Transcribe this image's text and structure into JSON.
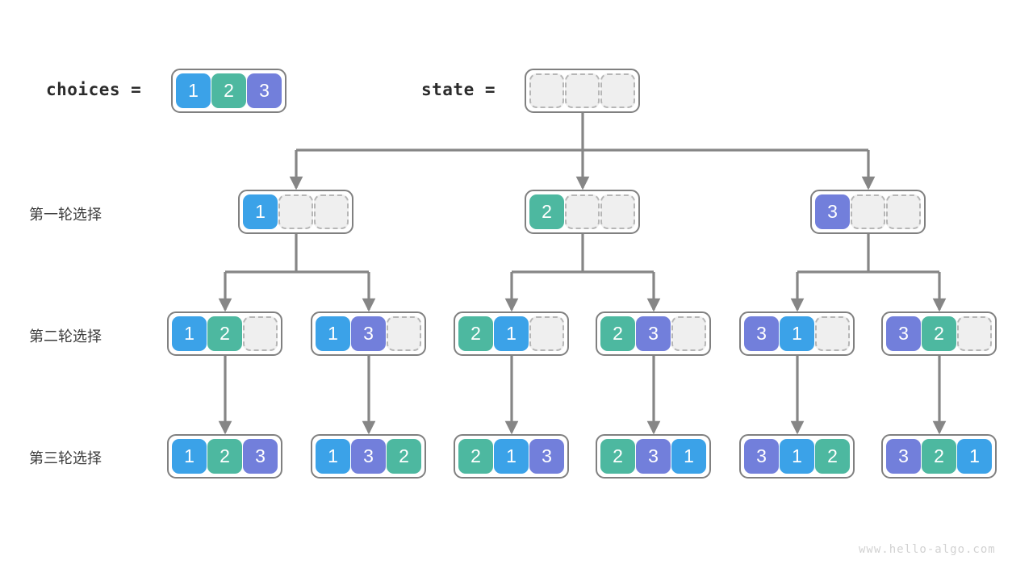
{
  "colors": {
    "value_1": "#3ba2e8",
    "value_2": "#4db8a0",
    "value_3": "#727fdb",
    "empty_fill": "#efefef",
    "empty_border": "#b6b6b6",
    "node_border": "#808080",
    "connector": "#868686",
    "label_text": "#3c3c3c",
    "code_text": "#2b2b2b",
    "watermark_text": "#d2d2d2",
    "background": "#ffffff"
  },
  "header": {
    "choices_label": "choices =",
    "choices_values": [
      "1",
      "2",
      "3"
    ],
    "state_label": "state =",
    "state_values": [
      "",
      "",
      ""
    ]
  },
  "row_labels": {
    "round1": "第一轮选择",
    "round2": "第二轮选择",
    "round3": "第三轮选择"
  },
  "tree": {
    "round1": [
      {
        "values": [
          "1",
          "",
          ""
        ]
      },
      {
        "values": [
          "2",
          "",
          ""
        ]
      },
      {
        "values": [
          "3",
          "",
          ""
        ]
      }
    ],
    "round2": [
      {
        "values": [
          "1",
          "2",
          ""
        ]
      },
      {
        "values": [
          "1",
          "3",
          ""
        ]
      },
      {
        "values": [
          "2",
          "1",
          ""
        ]
      },
      {
        "values": [
          "2",
          "3",
          ""
        ]
      },
      {
        "values": [
          "3",
          "1",
          ""
        ]
      },
      {
        "values": [
          "3",
          "2",
          ""
        ]
      }
    ],
    "round3": [
      {
        "values": [
          "1",
          "2",
          "3"
        ]
      },
      {
        "values": [
          "1",
          "3",
          "2"
        ]
      },
      {
        "values": [
          "2",
          "1",
          "3"
        ]
      },
      {
        "values": [
          "2",
          "3",
          "1"
        ]
      },
      {
        "values": [
          "3",
          "1",
          "2"
        ]
      },
      {
        "values": [
          "3",
          "2",
          "1"
        ]
      }
    ]
  },
  "watermark": "www.hello-algo.com"
}
